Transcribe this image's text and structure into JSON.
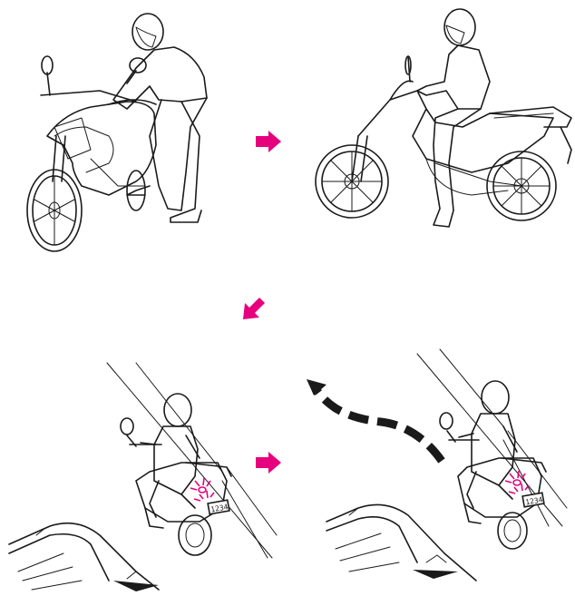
{
  "colors": {
    "arrow": "#e6007e",
    "line": "#1a1a1a",
    "background": "#ffffff",
    "tail_light_flash": "#e6007e"
  },
  "panels": [
    {
      "step": 1,
      "scene": "rider-standing-beside-motorcycle"
    },
    {
      "step": 2,
      "scene": "rider-seated-on-motorcycle"
    },
    {
      "step": 3,
      "scene": "rider-viewed-from-behind-brake-light-on"
    },
    {
      "step": 4,
      "scene": "rider-pulling-away-with-path-arrow"
    }
  ],
  "plates": {
    "panel3": "1234",
    "panel4": "1234"
  },
  "icons": {
    "step_arrow_right": "arrow-right-icon",
    "step_arrow_down_left": "arrow-down-left-icon",
    "path_arrow": "curved-dashed-arrow-icon"
  }
}
